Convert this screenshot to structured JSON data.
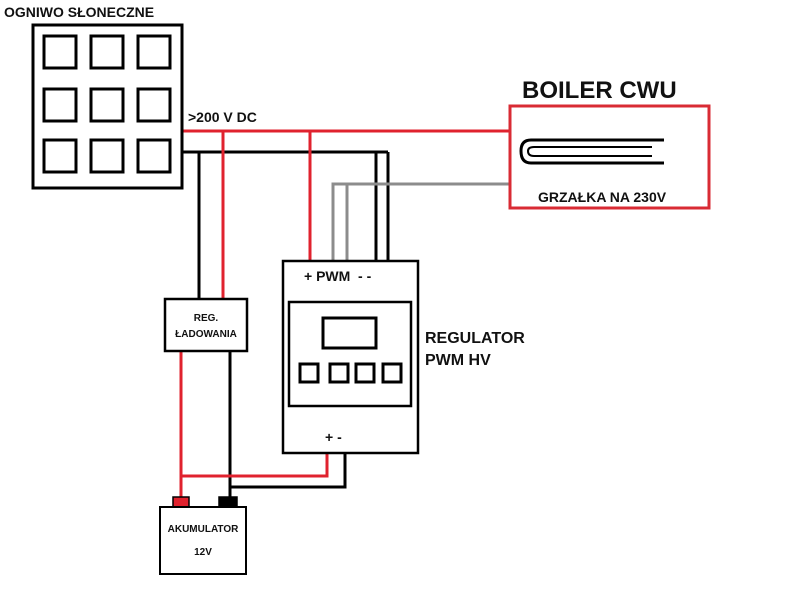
{
  "colors": {
    "wire_positive": "#e0222e",
    "wire_negative": "#000000",
    "wire_pwm": "#8c8c8c",
    "boiler_outline": "#d92b34",
    "terminal_positive": "#e0222e",
    "terminal_negative": "#000000"
  },
  "labels": {
    "solar_panel": "OGNIWO SŁONECZNE",
    "voltage": ">200 V DC",
    "boiler_title": "BOILER CWU",
    "heater": "GRZAŁKA NA 230V",
    "charge_regulator_line1": "REG.",
    "charge_regulator_line2": "ŁADOWANIA",
    "pwm_terminals": "+ PWM  - -",
    "pwm_regulator_line1": "REGULATOR",
    "pwm_regulator_line2": "PWM HV",
    "power_terminals": "+ -",
    "battery_line1": "AKUMULATOR",
    "battery_line2": "12V"
  }
}
